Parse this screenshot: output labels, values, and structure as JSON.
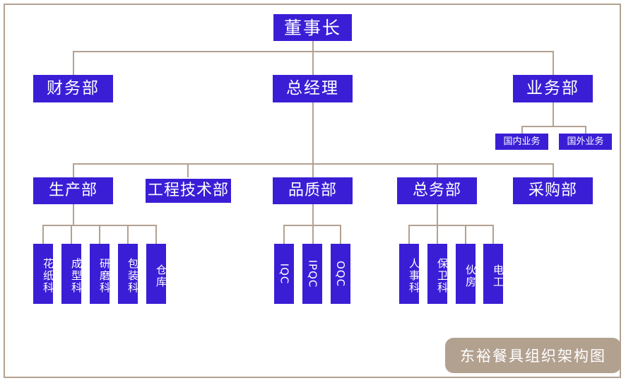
{
  "chart": {
    "title": "东裕餐具组织架构图",
    "type": "org-chart",
    "colors": {
      "node_fill": "#3a1ed6",
      "node_text": "#ffffff",
      "connector": "#b3a190",
      "frame": "#b3a190",
      "caption_fill": "#b3a190",
      "caption_text": "#ffffff",
      "background": "#ffffff"
    },
    "nodes": {
      "chairman": "董事长",
      "finance": "财务部",
      "general_manager": "总经理",
      "business": "业务部",
      "business_domestic": "国内业务",
      "business_overseas": "国外业务",
      "production": "生产部",
      "engineering": "工程技术部",
      "quality": "品质部",
      "general_affairs": "总务部",
      "purchasing": "采购部",
      "prod_1": "花纸科",
      "prod_2": "成型科",
      "prod_3": "研磨科",
      "prod_4": "包装科",
      "prod_5": "仓库",
      "qa_1": "IQC",
      "qa_2": "IPQC",
      "qa_3": "OQC",
      "ga_1": "人事科",
      "ga_2": "保卫科",
      "ga_3": "伙房",
      "ga_4": "电工"
    }
  }
}
